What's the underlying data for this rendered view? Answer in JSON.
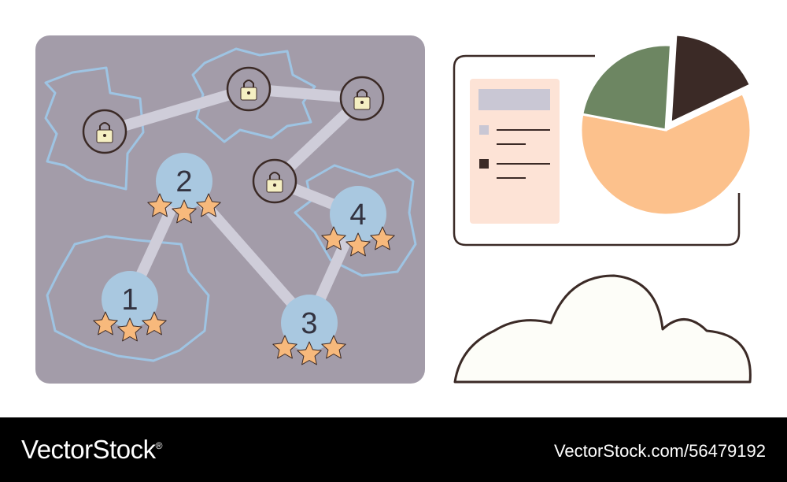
{
  "colors": {
    "map_bg": "#a39ca9",
    "region_outline": "#9ec4e3",
    "path": "#cfcdd9",
    "node_fill": "#a9c8e0",
    "lock_fill": "#f5efc2",
    "dark": "#3b2a26",
    "star": "#f7b97c",
    "legend_panel": "#fde3d6",
    "legend_header": "#c9c7d4",
    "pie_orange": "#fcc18c",
    "pie_green": "#6d8662",
    "pie_dark": "#3b2a26",
    "cloud_fill": "#fdfdf8",
    "footer_bg": "#000000"
  },
  "map": {
    "levels": [
      {
        "number": "1",
        "stars": 3
      },
      {
        "number": "2",
        "stars": 3
      },
      {
        "number": "3",
        "stars": 3
      },
      {
        "number": "4",
        "stars": 3
      }
    ],
    "locked_count": 4
  },
  "pie": {
    "slices": [
      {
        "color_key": "pie_orange",
        "fraction": 0.6
      },
      {
        "color_key": "pie_green",
        "fraction": 0.23
      },
      {
        "color_key": "pie_dark",
        "fraction": 0.17,
        "exploded": true
      }
    ]
  },
  "legend": {
    "swatches": [
      "legend_header",
      "dark"
    ]
  },
  "footer": {
    "brand": "VectorStock",
    "brand_mark": "®",
    "credit": "VectorStock.com/56479192"
  }
}
